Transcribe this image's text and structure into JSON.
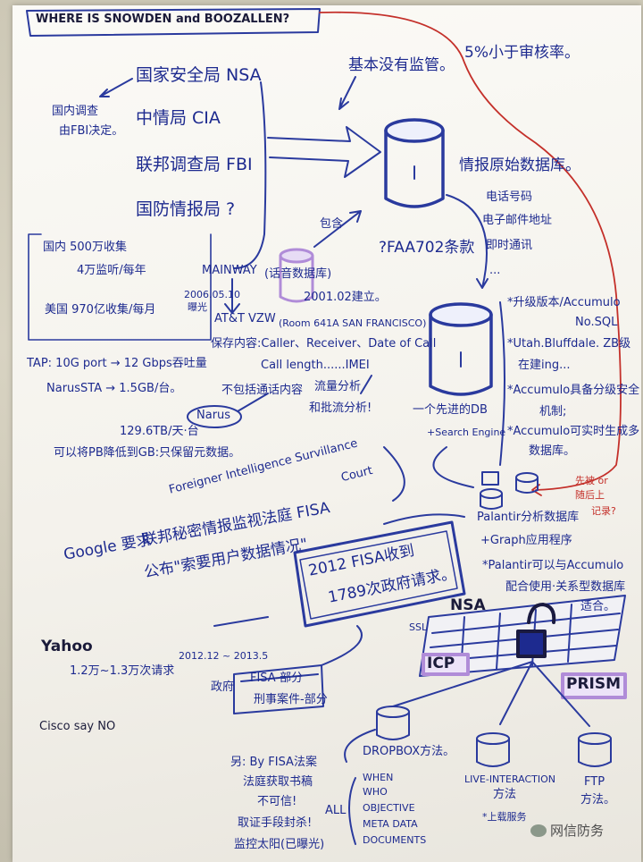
{
  "title": "WHERE IS SNOWDEN and BOOZALLEN?",
  "agencies": {
    "nsa": "国家安全局 NSA",
    "cia": "中情局 CIA",
    "fbi": "联邦调查局 FBI",
    "dia": "国防情报局 ?",
    "domestic_note_1": "国内调查",
    "domestic_note_2": "由FBI决定。"
  },
  "top_notes": {
    "no_oversight": "基本没有监管。",
    "audit_rate": "5%小于审核率。"
  },
  "stats": {
    "domestic_1": "国内 500万收集",
    "domestic_2": "4万监听/每年",
    "us_1": "美国 970亿收集/每月"
  },
  "mainway": {
    "name": "MAINWAY",
    "subtitle": "(话音数据库)",
    "date": "2006.05.10",
    "action": "曝光",
    "att": "AT&T VZW",
    "room": "(Room 641A SAN FRANCISCO)",
    "built": "2001.02建立。",
    "contains": "包含",
    "faa": "?FAA702条款"
  },
  "db1": {
    "label": "情报原始数据库。",
    "items": [
      "电话号码",
      "电子邮件地址",
      "即时通讯",
      "..."
    ]
  },
  "collection": {
    "line1": "保存内容:Caller、Receiver、Date of Call",
    "line2": "Call length......IMEI",
    "line3": "不包括通话内容",
    "line4": "流量分析",
    "line5": "和批流分析!"
  },
  "tap": {
    "tap": "TAP: 10G port → 12 Gbps吞吐量",
    "narus": "NarusSTA → 1.5GB/台。",
    "rate": "129.6TB/天·台",
    "narus_box": "Narus",
    "pb": "可以将PB降低到GB:只保留元数据。"
  },
  "db2": {
    "items": [
      "*升级版本/Accumulo",
      "No.SQL",
      "*Utah.Bluffdale. ZB级",
      "在建ing...",
      "*Accumulo具备分级安全",
      "机制;"
    ],
    "label": "一个先进的DB",
    "search": "+Search Engine",
    "accumulo2": "*Accumulo可实时生成多",
    "accumulo3": "数据库。"
  },
  "red_note": [
    "先被 or",
    "随后上",
    "记录?"
  ],
  "fisa": {
    "english_1": "Foreigner Intelligence Survillance",
    "english_2": "Court",
    "google": "Google 要求",
    "cn_1": "联邦秘密情报监视法庭 FISA",
    "cn_2": "公布\"索要用户数据情况\"",
    "box_1": "2012 FISA收到",
    "box_2": "1789次政府请求。"
  },
  "palantir": {
    "l1": "Palantir分析数据库",
    "l2": "+Graph应用程序",
    "l3": "*Palantir可以与Accumulo",
    "l4": "配合使用·关系型数据库",
    "l5": "适合。"
  },
  "prism": {
    "nsa": "NSA",
    "ssl": "SSL",
    "icp": "ICP",
    "prism": "PRISM"
  },
  "yahoo": {
    "name": "Yahoo",
    "requests": "1.2万~1.3万次请求",
    "period": "2012.12 ~ 2013.5",
    "gov": "政府",
    "fisa": "FISA-部分",
    "criminal": "刑事案件-部分"
  },
  "cisco": "Cisco say NO",
  "bottom": {
    "b1": "另: By FISA法案",
    "b2": "法庭获取书稿",
    "b3": "不可信!",
    "b4": "取证手段封杀!",
    "b5": "监控太阳(已曝光)",
    "all": "ALL",
    "list": [
      "WHEN",
      "WHO",
      "OBJECTIVE",
      "META DATA",
      "DOCUMENTS"
    ]
  },
  "servers": {
    "dropbox": "DROPBOX方法。",
    "live": "LIVE-INTERACTION",
    "live2": "方法",
    "upload": "*上载服务",
    "ftp": "FTP",
    "ftp2": "方法。"
  },
  "watermark": "网信防务",
  "colors": {
    "ink": "#1d2a8f",
    "red": "#c4302a",
    "purple": "#b08cd8",
    "paper": "#f7f5ef"
  }
}
